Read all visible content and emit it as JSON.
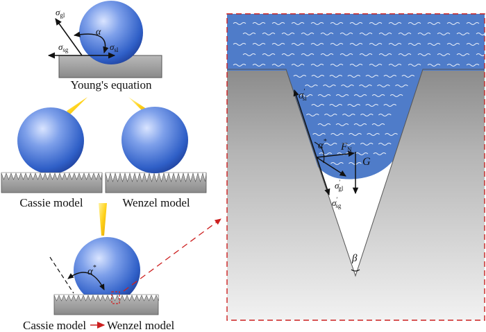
{
  "captions": {
    "young": "Young's equation",
    "cassie": "Cassie model",
    "wenzel": "Wenzel model",
    "transition_from": "Cassie model",
    "transition_to": "Wenzel model"
  },
  "symbols": {
    "sigma": "σ",
    "gl": "gl",
    "sl": "sl",
    "sg": "sg",
    "alpha": "α",
    "star": "*",
    "prime": "′",
    "F": "F",
    "N": "N",
    "G": "G",
    "beta": "β"
  },
  "colors": {
    "droplet": "#3b6fd0",
    "water": "#4f7cc9",
    "solid": "#9a9a9a",
    "dashed_box": "#cc1f1f",
    "arrow_gold": "#f2c400"
  }
}
